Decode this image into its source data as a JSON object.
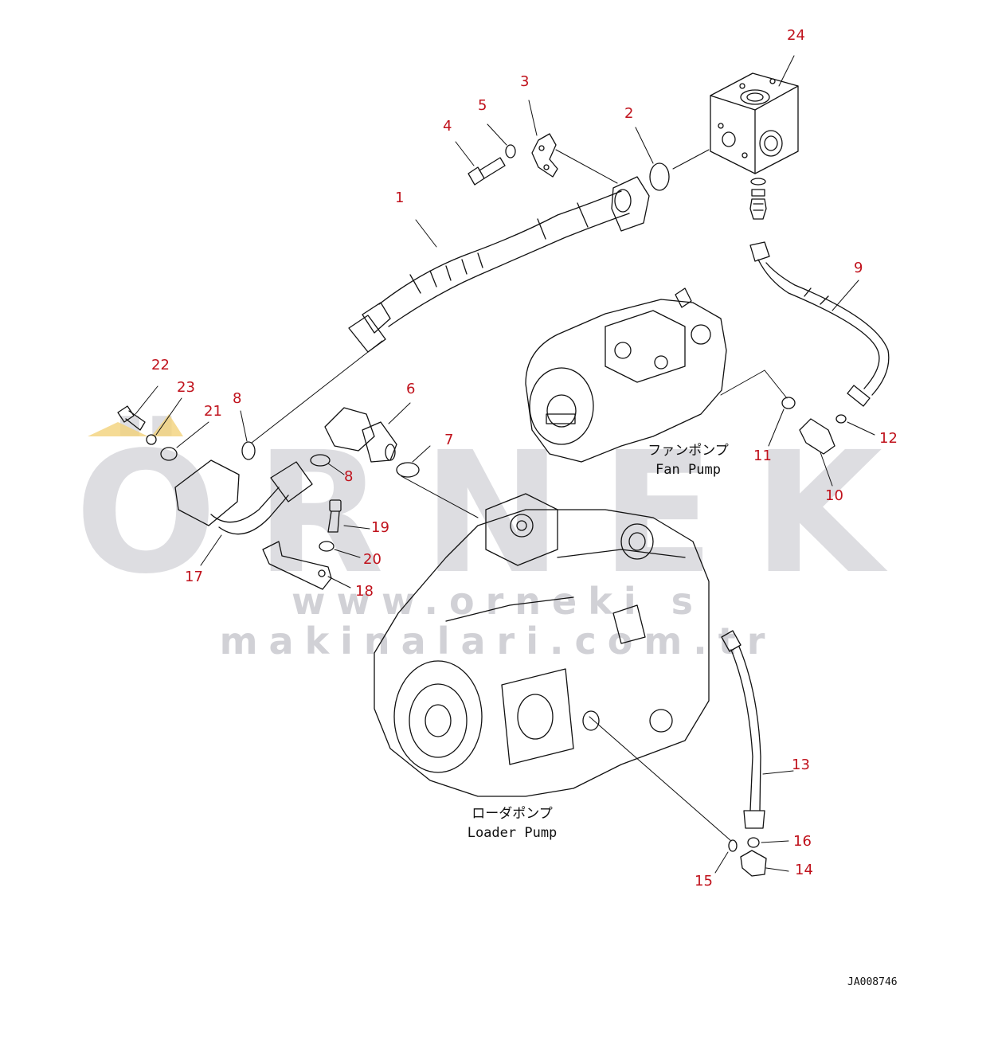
{
  "diagram": {
    "callout_color": "#c0121c",
    "line_color": "#111111",
    "watermark": {
      "brand": "ÖRNEK",
      "url": "www.orneki s makinalari.com.tr",
      "color": "#d8d8dc",
      "accent_color": "#f3d27a"
    },
    "pump_labels": {
      "fan_pump_jp": "ファンポンプ",
      "fan_pump_en": "Fan Pump",
      "loader_pump_jp": "ローダポンプ",
      "loader_pump_en": "Loader Pump"
    },
    "drawing_code": "JA008746",
    "callouts": [
      "1",
      "2",
      "3",
      "4",
      "5",
      "6",
      "7",
      "8",
      "8",
      "9",
      "10",
      "11",
      "12",
      "13",
      "14",
      "15",
      "16",
      "17",
      "18",
      "19",
      "20",
      "21",
      "22",
      "23",
      "24"
    ]
  }
}
